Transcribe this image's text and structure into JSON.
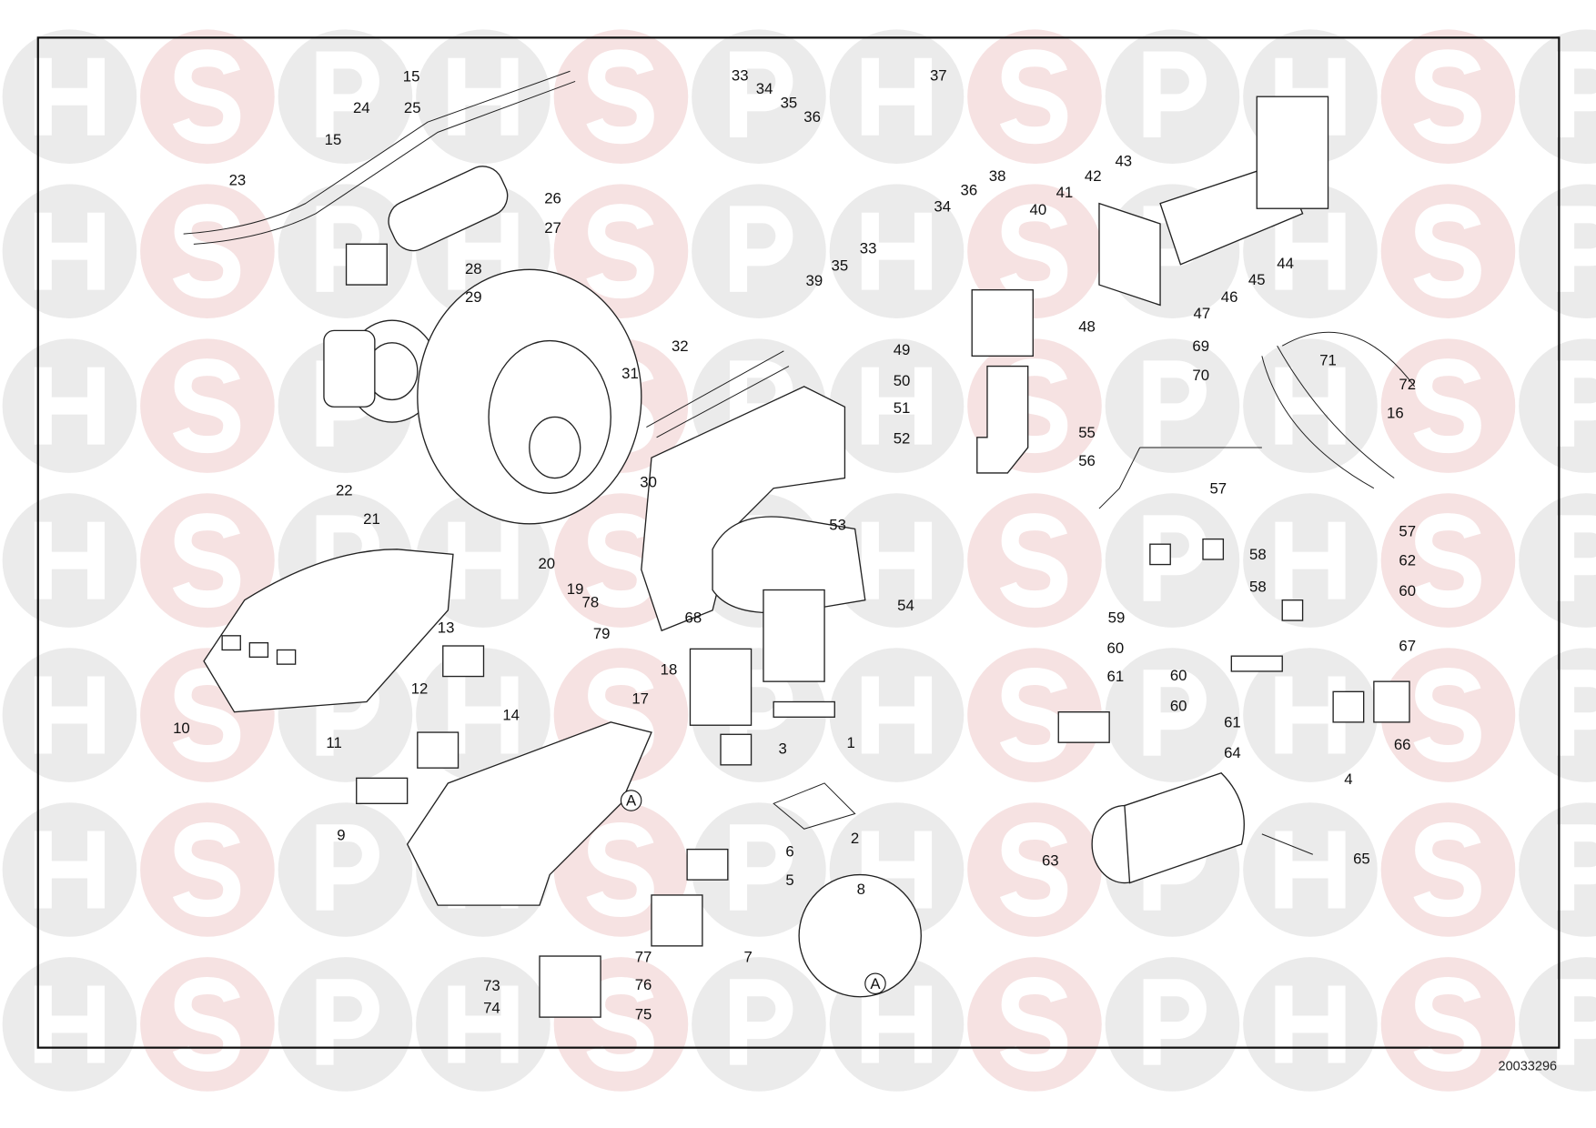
{
  "watermark": {
    "letters": [
      "H",
      "S",
      "P"
    ],
    "circle_color": "#ebebeb",
    "accent_circle_color": "#f6e2e2"
  },
  "drawing_code": "20033296",
  "detail_marker": "A",
  "part_labels": [
    "15",
    "15",
    "24",
    "25",
    "23",
    "26",
    "27",
    "28",
    "29",
    "22",
    "21",
    "20",
    "19",
    "33",
    "34",
    "35",
    "36",
    "37",
    "38",
    "36",
    "34",
    "33",
    "35",
    "39",
    "40",
    "41",
    "42",
    "43",
    "44",
    "45",
    "46",
    "47",
    "48",
    "49",
    "50",
    "51",
    "52",
    "32",
    "31",
    "30",
    "53",
    "54",
    "68",
    "18",
    "69",
    "71",
    "70",
    "72",
    "16",
    "55",
    "56",
    "57",
    "57",
    "58",
    "62",
    "58",
    "60",
    "59",
    "60",
    "67",
    "61",
    "60",
    "60",
    "61",
    "64",
    "66",
    "4",
    "65",
    "63",
    "13",
    "78",
    "79",
    "17",
    "12",
    "14",
    "11",
    "10",
    "9",
    "3",
    "1",
    "2",
    "6",
    "5",
    "7",
    "8",
    "77",
    "76",
    "73",
    "74",
    "75"
  ]
}
